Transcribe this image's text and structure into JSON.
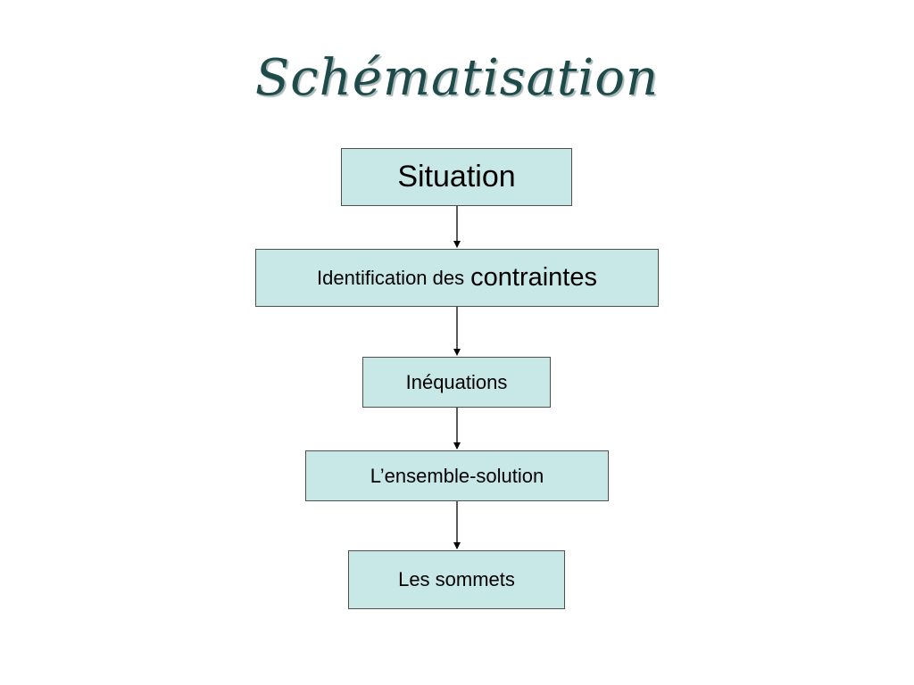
{
  "slide": {
    "title": "Schématisation"
  },
  "flow": {
    "situation": "Situation",
    "identification_small": "Identification des",
    "identification_big": "contraintes",
    "inequations": "Inéquations",
    "ensemble": "L’ensemble-solution",
    "sommets": "Les sommets"
  },
  "colors": {
    "box_fill": "#c8e7e7",
    "box_border": "#4f4f4f",
    "title": "#1f4a4a"
  }
}
